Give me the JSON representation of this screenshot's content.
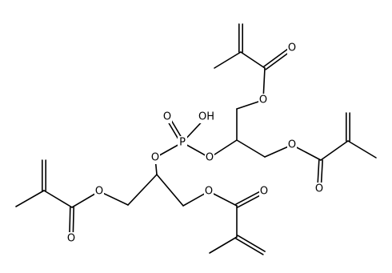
{
  "molecule": {
    "atom_labels": {
      "o_phosphoryl": "O",
      "oh_phosphate": "OH",
      "p": "P",
      "o_bridge_left": "O",
      "o_bridge_right": "O",
      "o_ester_top": "O",
      "o_carbonyl_top": "O",
      "o_ester_right": "O",
      "o_carbonyl_right": "O",
      "o_ester_left": "O",
      "o_carbonyl_left": "O",
      "o_ester_bottom": "O",
      "o_carbonyl_bottom": "O"
    }
  }
}
